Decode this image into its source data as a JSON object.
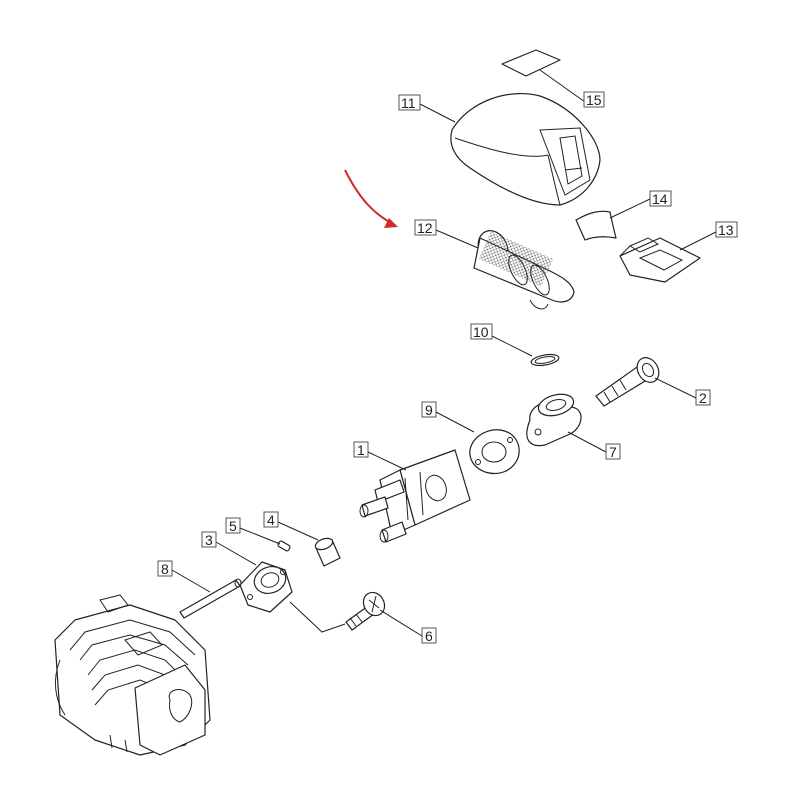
{
  "labels": {
    "p1": "1",
    "p2": "2",
    "p3": "3",
    "p4": "4",
    "p5": "5",
    "p6": "6",
    "p7": "7",
    "p8": "8",
    "p9": "9",
    "p10": "10",
    "p11": "11",
    "p12": "12",
    "p13": "13",
    "p14": "14",
    "p15": "15"
  },
  "colors": {
    "highlight_arrow": "#d12a2a",
    "line": "#222222",
    "background": "#ffffff"
  }
}
